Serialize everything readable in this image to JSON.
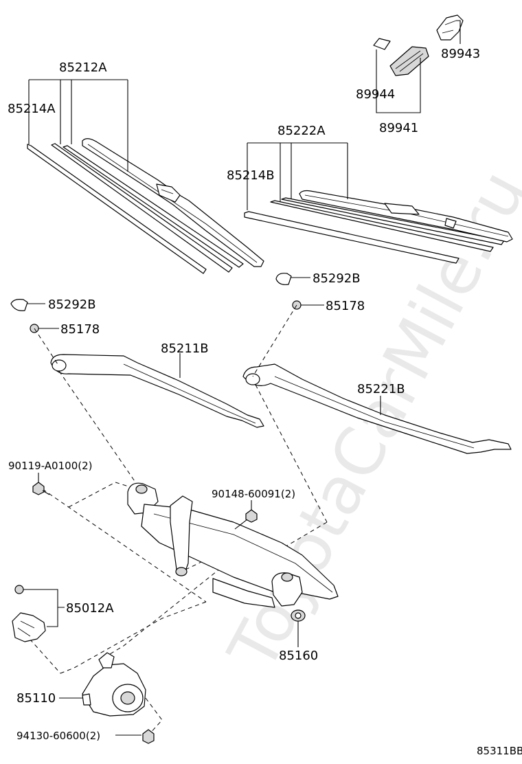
{
  "watermark": "ToyotaCarMile.ru",
  "diagram_code": "85311BB",
  "parts": {
    "p85212A": "85212A",
    "p85214A": "85214A",
    "p85222A": "85222A",
    "p85214B": "85214B",
    "p89943": "89943",
    "p89944": "89944",
    "p89941": "89941",
    "p85292B_right": "85292B",
    "p85178_right": "85178",
    "p85292B_left": "85292B",
    "p85178_left": "85178",
    "p85211B": "85211B",
    "p85221B": "85221B",
    "p90119": "90119-A0100(2)",
    "p90148": "90148-60091(2)",
    "p85012A": "85012A",
    "p85160": "85160",
    "p85110": "85110",
    "p94130": "94130-60600(2)"
  }
}
